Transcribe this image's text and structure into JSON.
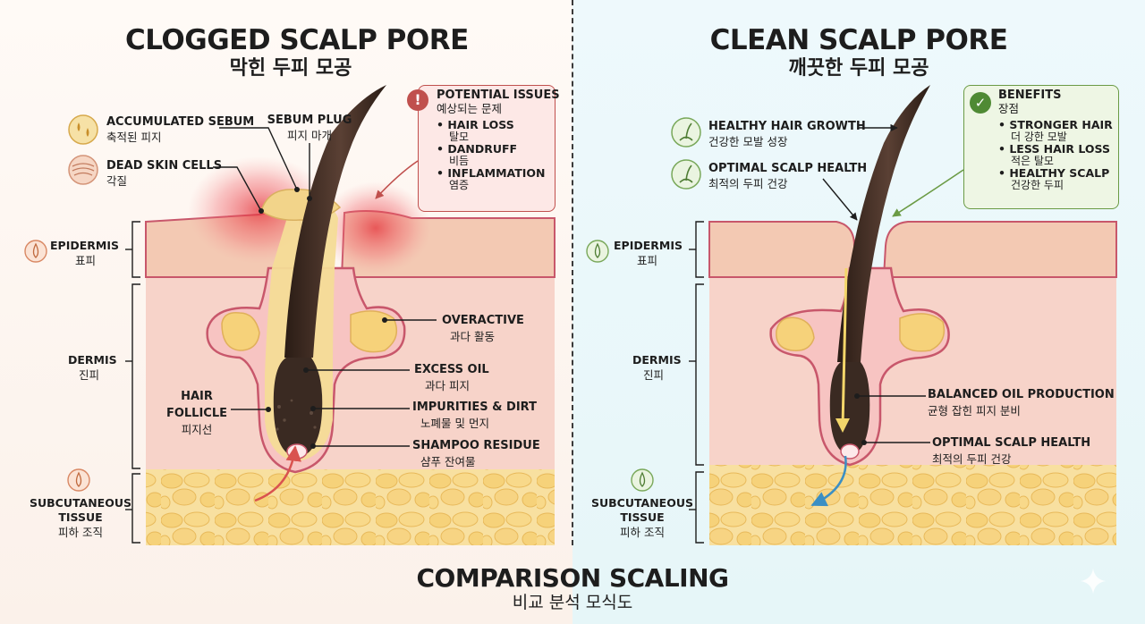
{
  "left": {
    "title": "CLOGGED SCALP PORE",
    "subtitle": "막힌 두피 모공",
    "labels": {
      "accumulated_sebum": "ACCUMULATED SEBUM",
      "accumulated_sebum_kr": "축적된 피지",
      "dead_skin_cells": "DEAD SKIN CELLS",
      "dead_skin_cells_kr": "각질",
      "sebum_plug": "SEBUM PLUG",
      "sebum_plug_kr": "피지 마개",
      "overactive": "OVERACTIVE",
      "overactive_kr": "과다 활동",
      "excess_oil": "EXCESS OIL",
      "excess_oil_kr": "과다 피지",
      "impurities": "IMPURITIES & DIRT",
      "impurities_kr": "노폐물 및 먼지",
      "shampoo_residue": "SHAMPOO RESIDUE",
      "shampoo_residue_kr": "샴푸 잔여물",
      "hair_follicle_1": "HAIR",
      "hair_follicle_2": "FOLLICLE",
      "hair_follicle_kr": "피지선"
    },
    "issues": {
      "title": "POTENTIAL ISSUES",
      "title_kr": "예상되는 문제",
      "items": [
        {
          "en": "• HAIR LOSS",
          "kr": "탈모"
        },
        {
          "en": "• DANDRUFF",
          "kr": "비듬"
        },
        {
          "en": "• INFLAMMATION",
          "kr": "염증"
        }
      ]
    }
  },
  "right": {
    "title": "CLEAN SCALP PORE",
    "subtitle": "깨끗한 두피 모공",
    "labels": {
      "healthy_growth": "HEALTHY HAIR GROWTH",
      "healthy_growth_kr": "건강한 모발 성장",
      "optimal_health_top": "OPTIMAL SCALP HEALTH",
      "optimal_health_top_kr": "최적의 두피 건강",
      "balanced_oil": "BALANCED OIL PRODUCTION",
      "balanced_oil_kr": "균형 잡힌 피지 분비",
      "optimal_health_bottom": "OPTIMAL SCALP HEALTH",
      "optimal_health_bottom_kr": "최적의 두피 건강"
    },
    "benefits": {
      "title": "BENEFITS",
      "title_kr": "장점",
      "items": [
        {
          "en": "• STRONGER HAIR",
          "kr": "더 강한 모발"
        },
        {
          "en": "• LESS HAIR LOSS",
          "kr": "적은 탈모"
        },
        {
          "en": "• HEALTHY SCALP",
          "kr": "건강한 두피"
        }
      ]
    }
  },
  "layers": {
    "epidermis": "EPIDERMIS",
    "epidermis_kr": "표피",
    "dermis": "DERMIS",
    "dermis_kr": "진피",
    "subcutaneous_1": "SUBCUTANEOUS",
    "subcutaneous_2": "TISSUE",
    "subcutaneous_kr": "피하 조직"
  },
  "footer": {
    "title": "COMPARISON SCALING",
    "subtitle": "비교 분석 모식도"
  },
  "colors": {
    "skin": "#f3c9b3",
    "skin_outline": "#c8576b",
    "dermis": "#f7d3c9",
    "fat": "#f6d27a",
    "fat_bg": "#f8e0a0",
    "sebum": "#f4dc97",
    "hair": "#3a2a22",
    "inflammation": "#e4323a",
    "issues_accent": "#c0504d",
    "benefits_accent": "#6b9b45"
  },
  "icons": {
    "issues": "exclamation-icon",
    "benefits": "check-icon"
  }
}
